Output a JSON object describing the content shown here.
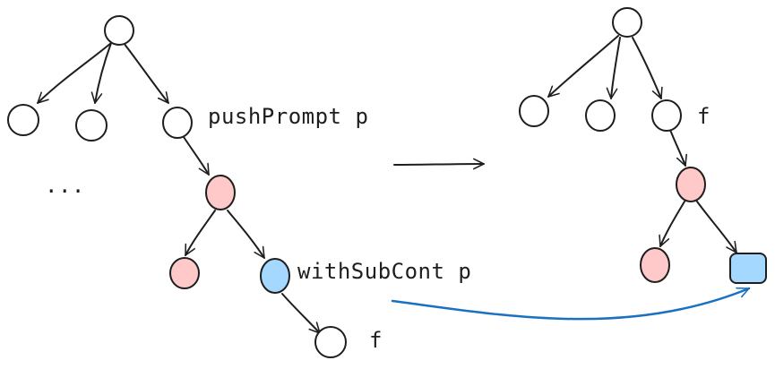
{
  "diagram": {
    "left_tree": {
      "labels": {
        "push_prompt": "pushPrompt p",
        "with_sub_cont": "withSubCont p",
        "f": "f",
        "ellipsis": "..."
      }
    },
    "right_tree": {
      "labels": {
        "f": "f"
      }
    }
  },
  "colors": {
    "ink": "#1e1e1e",
    "node_white": "#ffffff",
    "node_pink": "#ffc9c9",
    "node_blue": "#a5d8ff",
    "connector_blue": "#1971c2"
  }
}
